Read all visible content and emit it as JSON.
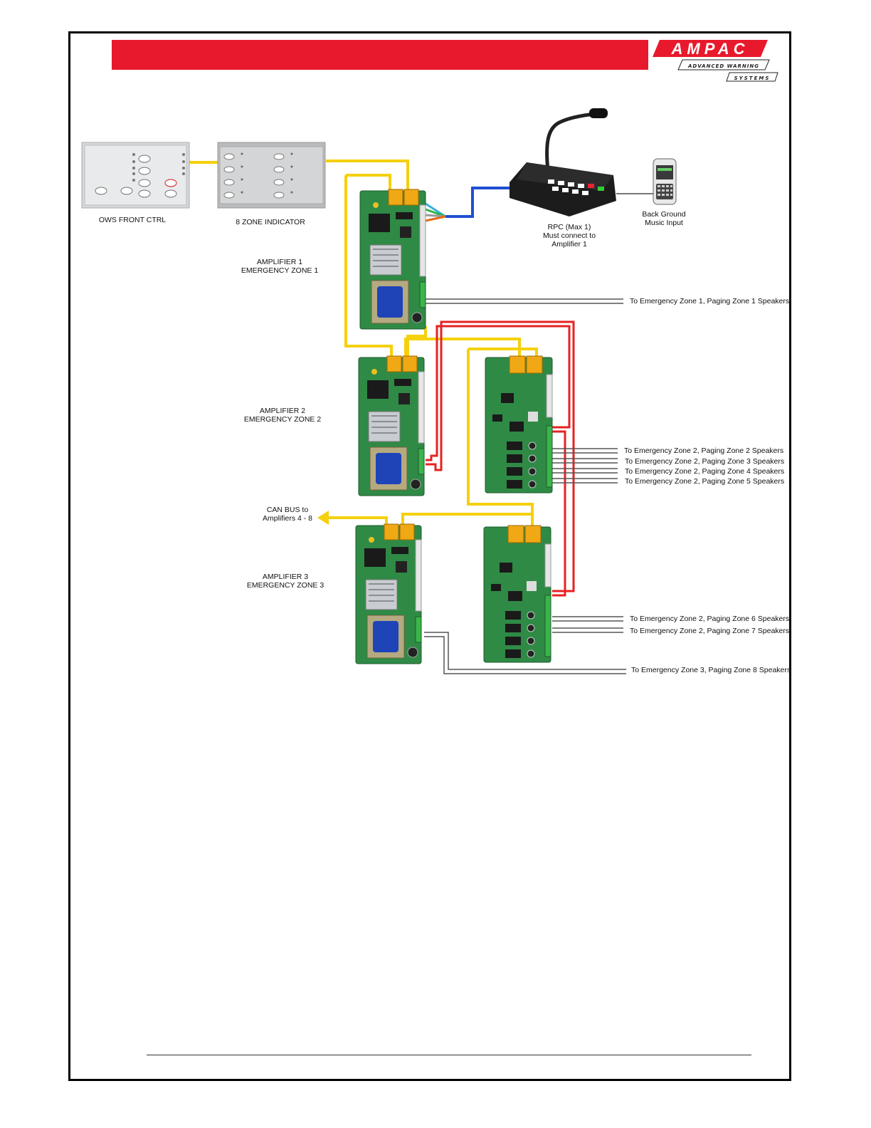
{
  "brand": {
    "name": "AMPAC",
    "tagline_1": "ADVANCED WARNING",
    "tagline_2": "SYSTEMS",
    "banner_color": "#e8192c"
  },
  "panels": {
    "ows_front_ctrl": "OWS FRONT CTRL",
    "zone_indicator": "8 ZONE INDICATOR"
  },
  "rpc": {
    "line1": "RPC (Max 1)",
    "line2": "Must connect to",
    "line3": "Amplifier 1"
  },
  "background_music": {
    "line1": "Back Ground",
    "line2": "Music Input"
  },
  "amplifiers": [
    {
      "line1": "AMPLIFIER 1",
      "line2": "EMERGENCY ZONE 1"
    },
    {
      "line1": "AMPLIFIER 2",
      "line2": "EMERGENCY ZONE 2"
    },
    {
      "line1": "AMPLIFIER 3",
      "line2": "EMERGENCY ZONE 3"
    }
  ],
  "can_bus": {
    "line1": "CAN BUS to",
    "line2": "Amplifiers 4 - 8"
  },
  "speaker_outputs": [
    "To Emergency Zone 1, Paging Zone 1 Speakers",
    "To Emergency Zone 2, Paging Zone 2 Speakers",
    "To Emergency Zone 2, Paging Zone 3 Speakers",
    "To Emergency Zone 2, Paging Zone 4 Speakers",
    "To Emergency Zone 2, Paging Zone 5 Speakers",
    "To Emergency Zone 2, Paging Zone 6 Speakers",
    "To Emergency Zone 2, Paging Zone 7 Speakers",
    "To Emergency Zone 3, Paging Zone 8 Speakers"
  ],
  "colors": {
    "can_bus_cable": "#f5d00c",
    "mic_cable": "#1f4fd0",
    "power_cable": "#e52222",
    "speaker_cable": "#555555",
    "pcb_green": "#2f8a45"
  },
  "icons": {
    "microphone": "paging-console-icon",
    "phone": "mobile-phone-icon",
    "arrow": "arrow-left-icon"
  }
}
